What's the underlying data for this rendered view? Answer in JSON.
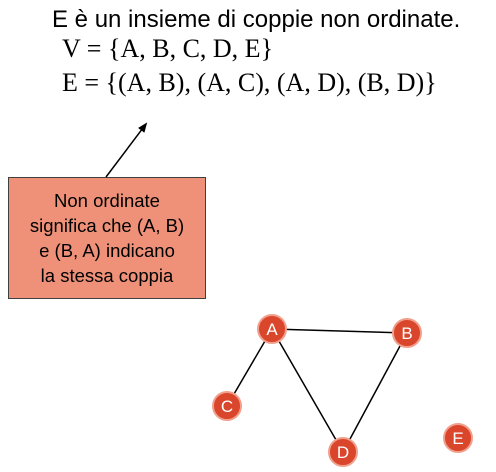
{
  "header": {
    "line1": "E è un insieme di coppie non ordinate.",
    "v_def": "V = {A, B, C, D, E}",
    "e_def": "E = {(A, B), (A, C), (A, D), (B, D)}"
  },
  "callout": {
    "lines": [
      "Non ordinate",
      "significa che (A, B)",
      "e (B, A) indicano",
      "la stessa coppia"
    ]
  },
  "graph": {
    "node_color": "#d9462b",
    "node_border": "#f0a08c",
    "nodes": [
      {
        "id": "A",
        "label": "A"
      },
      {
        "id": "B",
        "label": "B"
      },
      {
        "id": "C",
        "label": "C"
      },
      {
        "id": "D",
        "label": "D"
      },
      {
        "id": "E",
        "label": "E"
      }
    ],
    "edges": [
      [
        "A",
        "B"
      ],
      [
        "A",
        "C"
      ],
      [
        "A",
        "D"
      ],
      [
        "B",
        "D"
      ]
    ]
  },
  "colors": {
    "callout_fill": "#ee9178",
    "callout_border": "#404040"
  }
}
